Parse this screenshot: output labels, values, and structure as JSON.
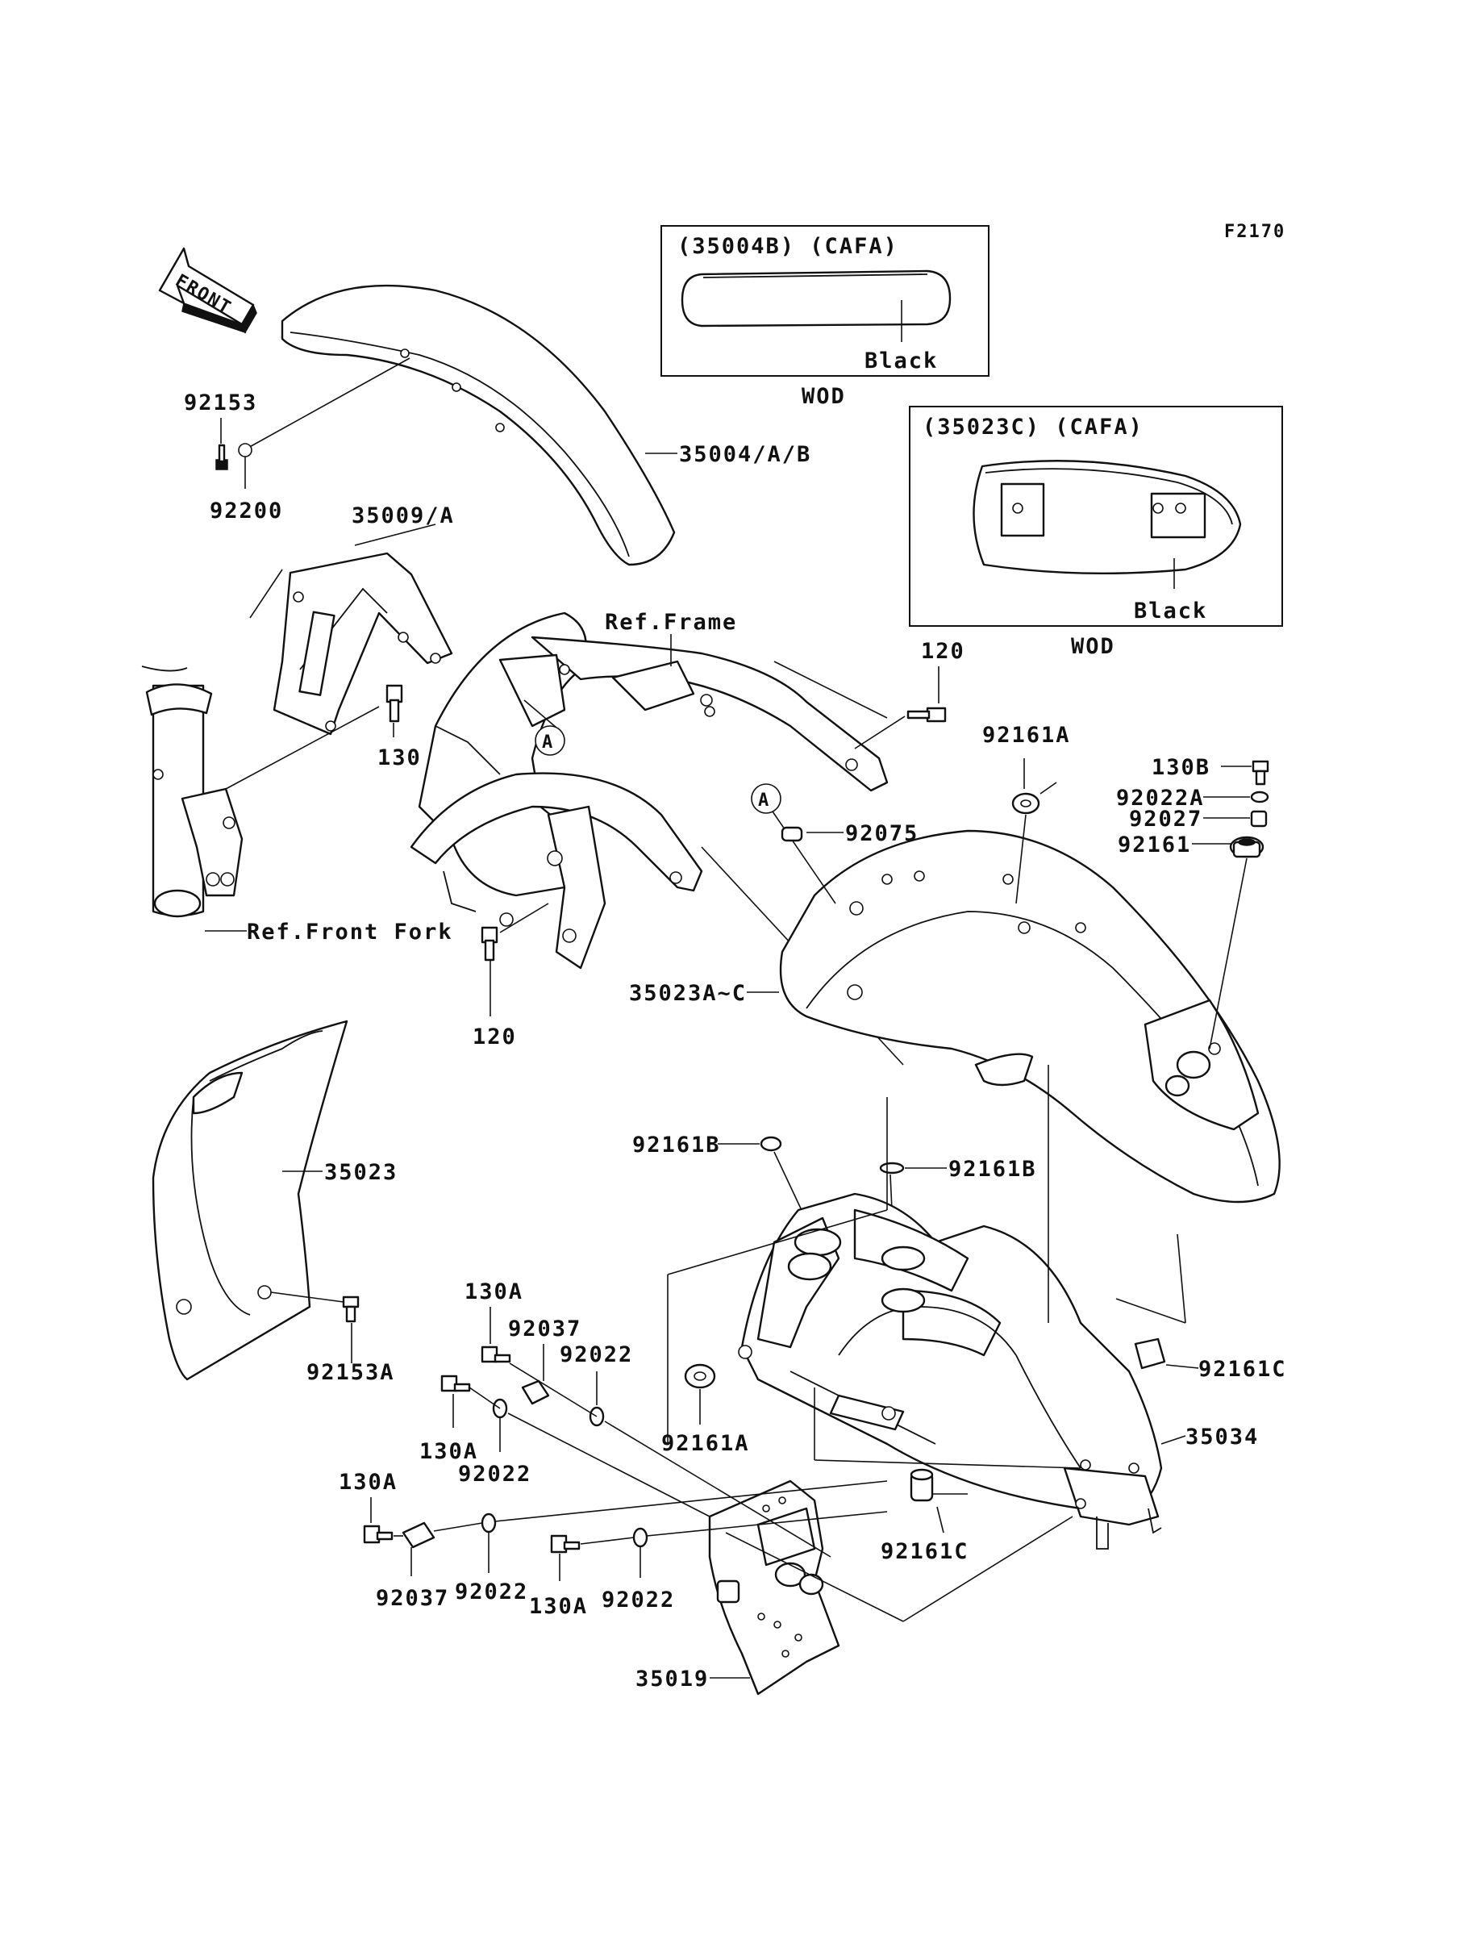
{
  "diagram_code": "F2170",
  "front_arrow_label": "FRONT",
  "callout_letter": "A",
  "inset_front": {
    "header": "(35004B) (CAFA)",
    "color_label": "Black",
    "caption": "WOD"
  },
  "inset_rear": {
    "header": "(35023C) (CAFA)",
    "color_label": "Black",
    "caption": "WOD"
  },
  "references": {
    "frame": "Ref.Frame",
    "front_fork": "Ref.Front Fork"
  },
  "parts": {
    "p92153": "92153",
    "p92200": "92200",
    "p35004": "35004/A/B",
    "p35009": "35009/A",
    "p130": "130",
    "p120_top": "120",
    "p120_bottom": "120",
    "p92161A_top": "92161A",
    "p130B": "130B",
    "p92022A": "92022A",
    "p92027": "92027",
    "p92161": "92161",
    "p92075": "92075",
    "p35023A_C": "35023A~C",
    "p35023": "35023",
    "p92153A": "92153A",
    "p92161B_left": "92161B",
    "p92161B_right": "92161B",
    "p92161C_right": "92161C",
    "p35034": "35034",
    "p92161A_bottom": "92161A",
    "p130A_1": "130A",
    "p92037_1": "92037",
    "p92022_1": "92022",
    "p130A_2": "130A",
    "p92022_2": "92022",
    "p130A_3": "130A",
    "p92037_2": "92037",
    "p92022_3": "92022",
    "p130A_4": "130A",
    "p92022_4": "92022",
    "p92161C_bottom": "92161C",
    "p35019": "35019"
  }
}
